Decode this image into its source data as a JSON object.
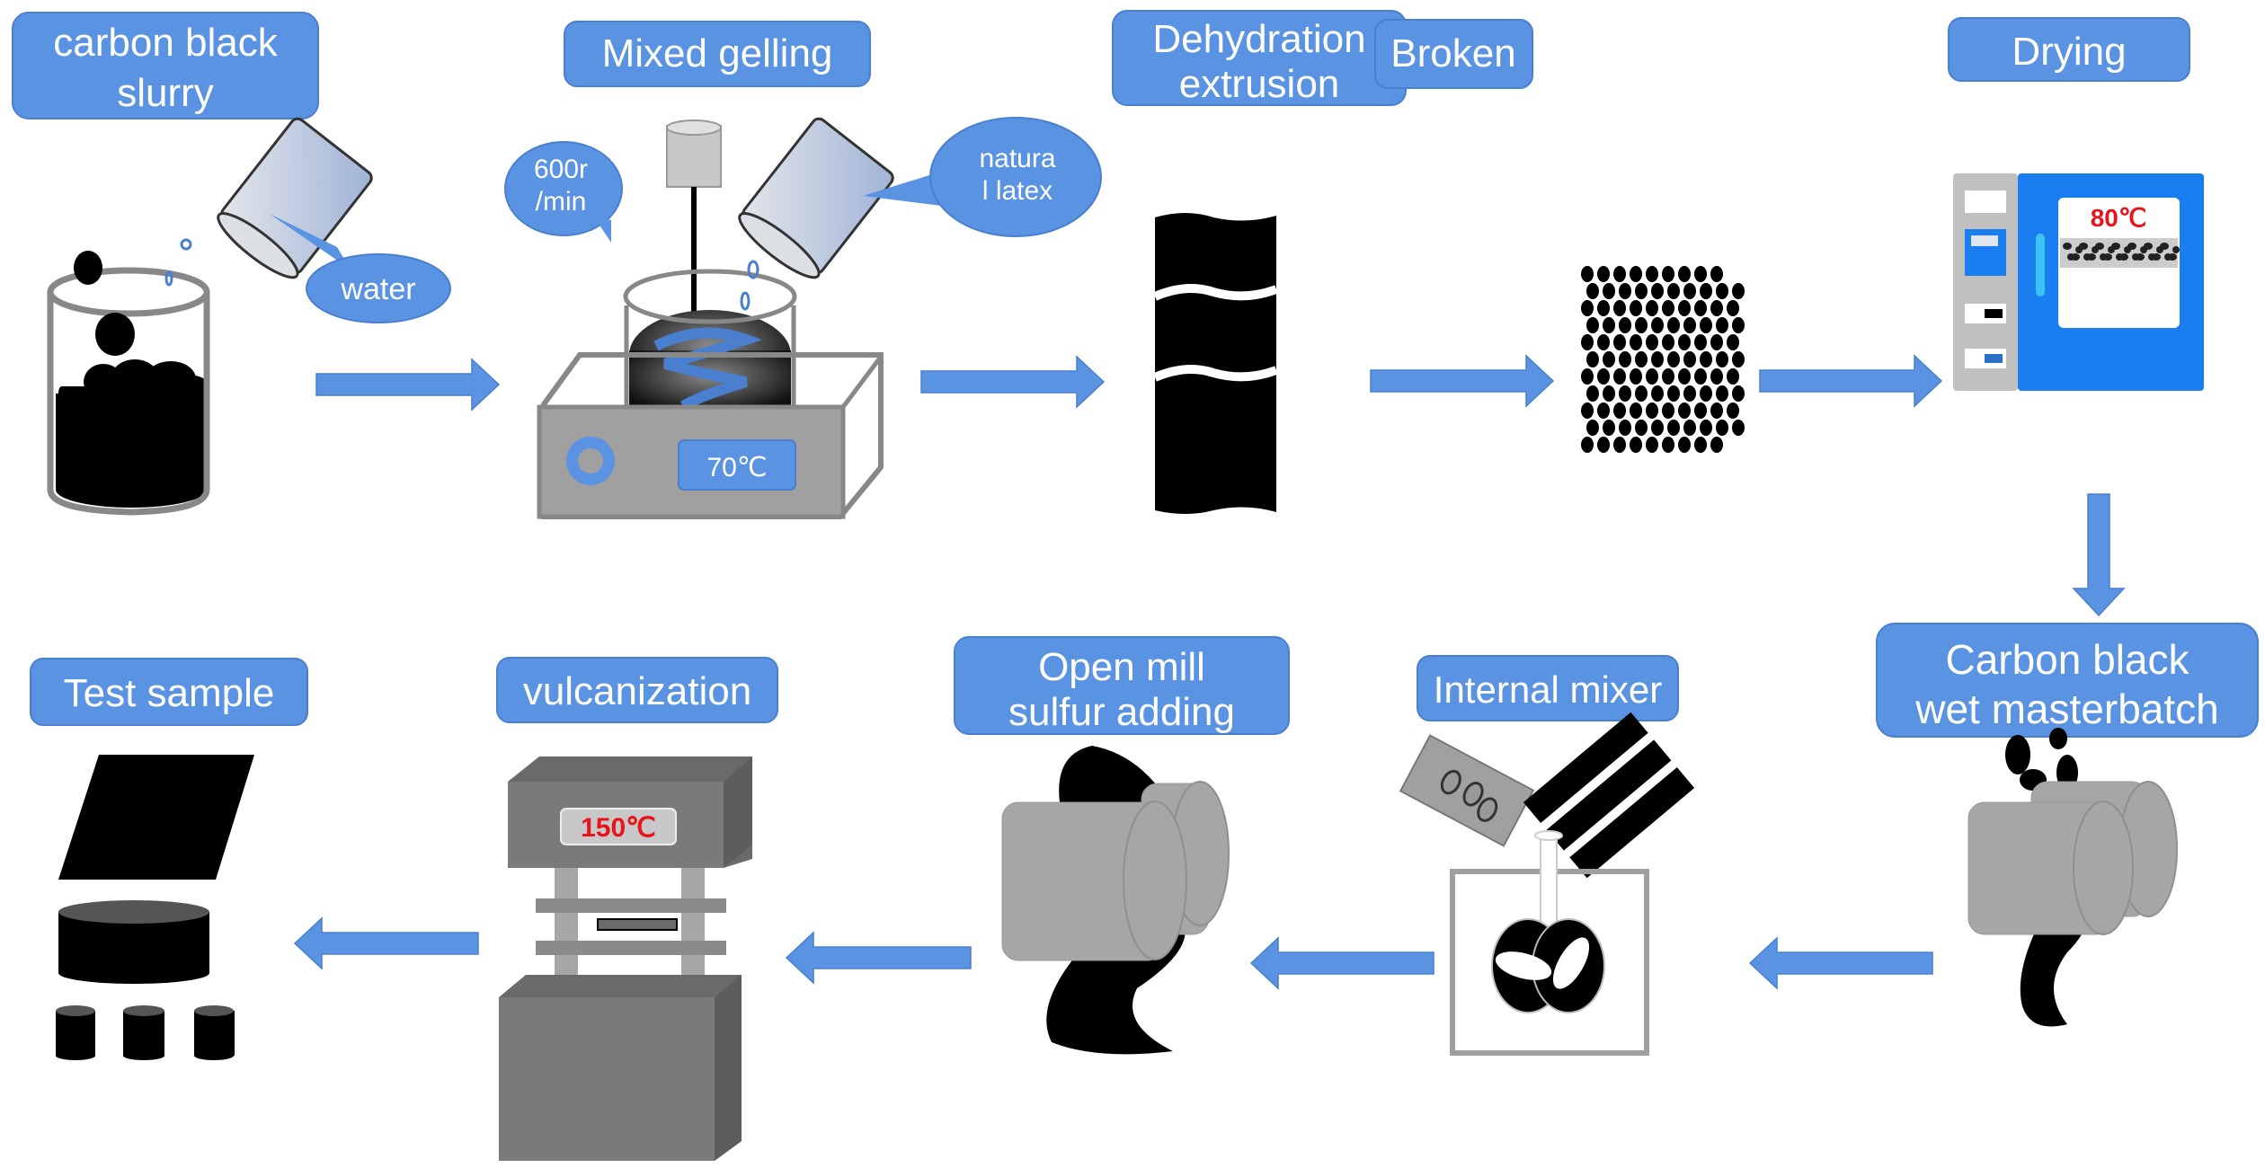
{
  "title": "Carbon black wet masterbatch rubber preparation process",
  "accent_color": "#5b93e3",
  "temp_color": "#e8141c",
  "steps": [
    {
      "id": "slurry",
      "label_lines": [
        "carbon black",
        "slurry"
      ],
      "annotations": {
        "liquid": "water"
      }
    },
    {
      "id": "gelling",
      "label_lines": [
        "Mixed gelling"
      ],
      "annotations": {
        "speed_lines": [
          "600r",
          "/min"
        ],
        "latex_lines": [
          "natura",
          "l latex"
        ],
        "temperature": "70℃"
      }
    },
    {
      "id": "extrusion",
      "label_lines": [
        "Dehydration",
        "extrusion"
      ]
    },
    {
      "id": "broken",
      "label_lines": [
        "Broken"
      ]
    },
    {
      "id": "drying",
      "label_lines": [
        "Drying"
      ],
      "annotations": {
        "temperature": "80℃"
      }
    },
    {
      "id": "masterbatch",
      "label_lines": [
        "Carbon black",
        "wet masterbatch"
      ]
    },
    {
      "id": "internal-mixer",
      "label_lines": [
        "Internal mixer"
      ]
    },
    {
      "id": "open-mill",
      "label_lines": [
        "Open mill",
        "sulfur adding"
      ]
    },
    {
      "id": "vulcanization",
      "label_lines": [
        "vulcanization"
      ],
      "annotations": {
        "temperature": "150℃"
      }
    },
    {
      "id": "test-sample",
      "label_lines": [
        "Test sample"
      ]
    }
  ],
  "flow": [
    {
      "from": "slurry",
      "to": "gelling",
      "direction": "right"
    },
    {
      "from": "gelling",
      "to": "extrusion",
      "direction": "right"
    },
    {
      "from": "extrusion",
      "to": "broken",
      "direction": "right"
    },
    {
      "from": "broken",
      "to": "drying",
      "direction": "right"
    },
    {
      "from": "drying",
      "to": "masterbatch",
      "direction": "down"
    },
    {
      "from": "masterbatch",
      "to": "internal-mixer",
      "direction": "left"
    },
    {
      "from": "internal-mixer",
      "to": "open-mill",
      "direction": "left"
    },
    {
      "from": "open-mill",
      "to": "vulcanization",
      "direction": "left"
    },
    {
      "from": "vulcanization",
      "to": "test-sample",
      "direction": "left"
    }
  ]
}
